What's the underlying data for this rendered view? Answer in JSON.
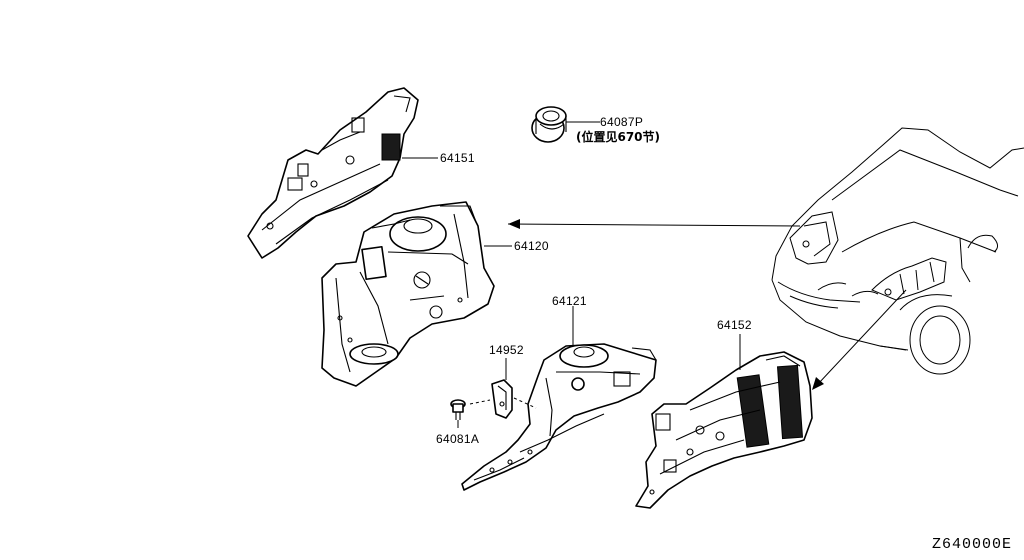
{
  "parts": [
    {
      "id": "part-64151",
      "label": "64151"
    },
    {
      "id": "part-64120",
      "label": "64120"
    },
    {
      "id": "part-64087p",
      "label": "64087P",
      "note": "(位置见670节)"
    },
    {
      "id": "part-64121",
      "label": "64121"
    },
    {
      "id": "part-14952",
      "label": "14952"
    },
    {
      "id": "part-64081a",
      "label": "64081A"
    },
    {
      "id": "part-64152",
      "label": "64152"
    }
  ],
  "diagram_code": "Z640000E"
}
